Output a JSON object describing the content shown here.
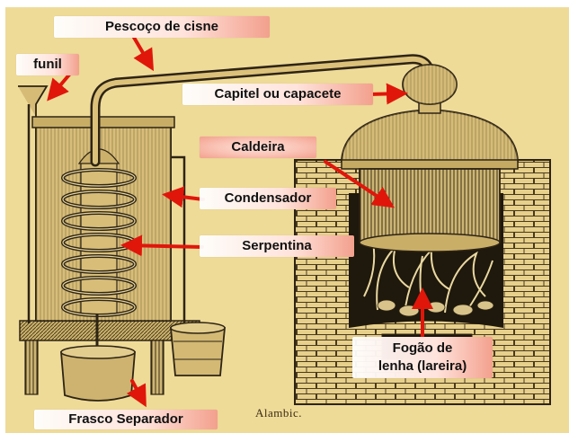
{
  "labels": {
    "pescoco": "Pescoço de cisne",
    "funil": "funil",
    "capitel": "Capitel ou capacete",
    "caldeira": "Caldeira",
    "condensador": "Condensador",
    "serpentina": "Serpentina",
    "fogao_line1": "Fogão de",
    "fogao_line2": "lenha (lareira)",
    "frasco": "Frasco Separador"
  },
  "caption": "Alambic.",
  "colors": {
    "background": "#efdb98",
    "arrow": "#e0160b",
    "ink": "#2e2414",
    "label_gradient_end": "#f3a08d"
  }
}
